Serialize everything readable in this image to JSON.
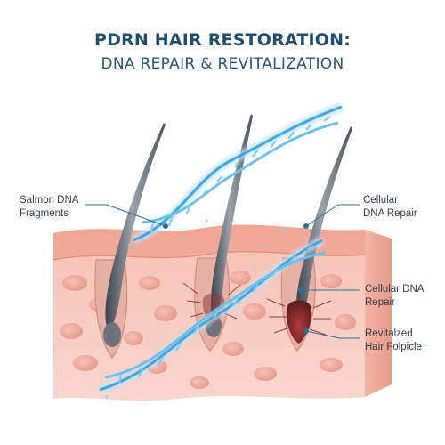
{
  "title": {
    "line1": "PDRN HAIR RESTORATION:",
    "line2": "DNA REPAIR & REVITALIZATION"
  },
  "labels": {
    "salmon_dna": {
      "line1": "Salmon DNA",
      "line2": "Fragments"
    },
    "cellular_repair_top": {
      "line1": "Cellular",
      "line2": "DNA Repair"
    },
    "cellular_repair_mid": {
      "line1": "Cellular DNA",
      "line2": "Repair"
    },
    "revitalized_follicle": {
      "line1": "Revitalzed",
      "line2": "Hair Folpicle"
    }
  },
  "colors": {
    "title_primary": "#1f4e70",
    "title_secondary": "#2a5678",
    "dna_strand": "#3fa6e0",
    "dna_glow": "#bfe4f7",
    "skin_top": "#f4b7a8",
    "skin_dermis": "#f6cfc4",
    "cell": "#eda496",
    "hair_shaft": "#5f6670",
    "follicle_bulb": "#8a2f2f",
    "leader_line": "#2f6f9b"
  }
}
